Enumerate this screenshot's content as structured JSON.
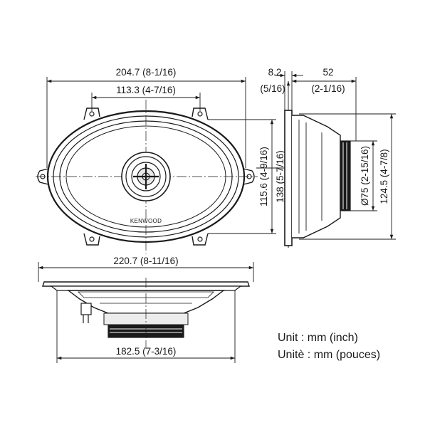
{
  "brand": "KENWOOD",
  "dimensions": {
    "front_width": "204.7 (8-1/16)",
    "mount_hole_spacing": "113.3 (4-7/16)",
    "mount_height": "115.6 (4-9/16)",
    "overall_height": "138 (5-7/16)",
    "flange_depth_mm": "8.2",
    "flange_depth_in": "(5/16)",
    "mount_depth_mm": "52",
    "mount_depth_in": "(2-1/16)",
    "magnet_diameter": "Ø75 (2-15/16)",
    "basket_height": "124.5 (4-7/8)",
    "flange_width": "220.7 (8-11/16)",
    "cutout_width": "182.5 (7-3/16)"
  },
  "units": {
    "english": "Unit : mm (inch)",
    "french": "Unitè : mm (pouces)"
  }
}
